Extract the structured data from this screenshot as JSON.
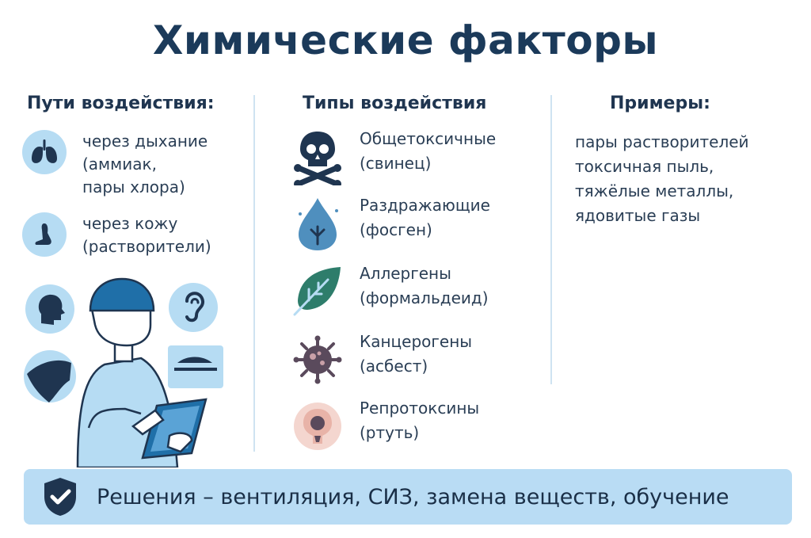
{
  "title": "Химические факторы",
  "columns": {
    "routes_heading": "Пути воздействия:",
    "types_heading": "Типы воздействия",
    "examples_heading": "Примеры:"
  },
  "routes": [
    {
      "icon": "lungs-icon",
      "lines": [
        "через дыхание",
        "(аммиак,",
        "пары хлора)"
      ]
    },
    {
      "icon": "hand-skin-icon",
      "lines": [
        "через кожу",
        "(растворители)"
      ]
    }
  ],
  "types": [
    {
      "icon": "skull-crossbones-icon",
      "name": "Общетоксичные",
      "example": "(свинец)"
    },
    {
      "icon": "droplet-icon",
      "name": "Раздражающие",
      "example": "(фосген)"
    },
    {
      "icon": "leaf-icon",
      "name": "Аллергены",
      "example": "(формальдеид)"
    },
    {
      "icon": "germ-icon",
      "name": "Канцерогены",
      "example": "(асбест)"
    },
    {
      "icon": "uterus-icon",
      "name": "Репротоксины",
      "example": "(ртуть)"
    }
  ],
  "examples": [
    "пары растворителей",
    "токсичная пыль,",
    "тяжёлые металлы,",
    "ядовитые газы"
  ],
  "banner": {
    "icon": "shield-check-icon",
    "text": "Решения – вентиляция, СИЗ, замена веществ, обучение"
  },
  "illustration": {
    "icons": [
      "head-profile-icon",
      "ear-icon",
      "shoulder-icon",
      "water-surface-icon",
      "worker-figure-icon",
      "tablet-icon"
    ]
  },
  "colors": {
    "title": "#1b3a5a",
    "accent_light": "#b6dcf3",
    "icon_dark": "#1f3550",
    "banner_bg": "#b9dcf4"
  }
}
